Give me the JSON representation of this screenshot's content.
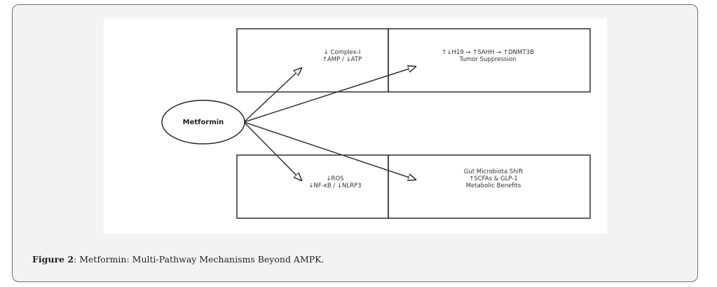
{
  "diagram": {
    "center_node": "Metformin",
    "nodes": [
      {
        "id": "complex1",
        "lines": [
          "↓ Complex-I",
          "↑AMP / ↓ATP"
        ]
      },
      {
        "id": "h19",
        "lines": [
          "↑↓H19 → ↑SAHH → ↑DNMT3B",
          "Tumor Suppression"
        ]
      },
      {
        "id": "ros",
        "lines": [
          "↓ROS",
          "↓NF-κB / ↓NLRP3"
        ]
      },
      {
        "id": "microbiota",
        "lines": [
          "Gut Microbiota Shift",
          "↑SCFAs & GLP-1",
          "Metabolic Benefits"
        ]
      }
    ]
  },
  "caption": {
    "label": "Figure 2",
    "text": ": Metformin: Multi-Pathway Mechanisms Beyond AMPK."
  }
}
